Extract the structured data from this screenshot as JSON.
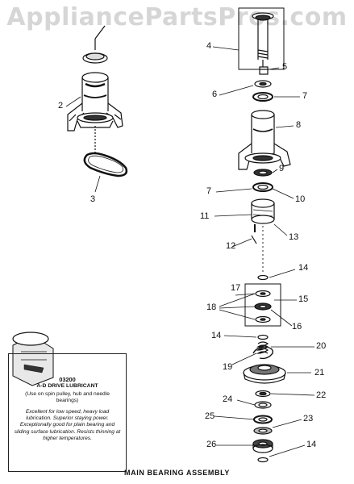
{
  "watermark": "AppliancePartsPros.com",
  "caption": "MAIN BEARING ASSEMBLY",
  "callouts": {
    "c2": "2",
    "c3": "3",
    "c4": "4",
    "c5": "5",
    "c6": "6",
    "c7a": "7",
    "c7b": "7",
    "c8": "8",
    "c9": "9",
    "c10": "10",
    "c11": "11",
    "c12": "12",
    "c13": "13",
    "c14a": "14",
    "c14b": "14",
    "c14c": "14",
    "c15": "15",
    "c16": "16",
    "c17": "17",
    "c18": "18",
    "c19": "19",
    "c20": "20",
    "c21": "21",
    "c22": "22",
    "c23": "23",
    "c24": "24",
    "c25": "25",
    "c26": "26"
  },
  "lubricant": {
    "part_number": "03200",
    "name": "A-D DRIVE LUBRICANT",
    "usage": "(Use on spin pulley, hub and needle bearings)",
    "description": "Excellent for low speed, heavy load lubrication. Superior staying power. Exceptionally good for plain bearing and sliding surface lubrication. Resists thinning at higher temperatures."
  }
}
